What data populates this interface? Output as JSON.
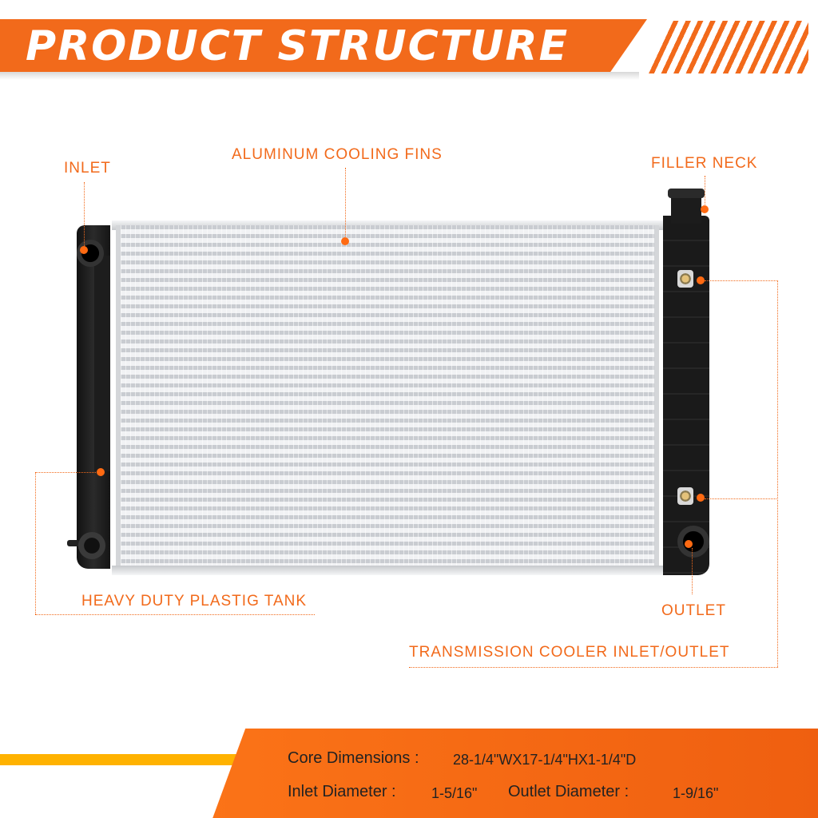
{
  "header": {
    "title": "PRODUCT STRUCTURE"
  },
  "callouts": {
    "inlet": "INLET",
    "cooling_fins": "ALUMINUM COOLING FINS",
    "filler_neck": "FILLER NECK",
    "plastic_tank": "HEAVY DUTY PLASTIG TANK",
    "outlet": "OUTLET",
    "trans_cooler": "TRANSMISSION COOLER INLET/OUTLET"
  },
  "specs": {
    "core_label": "Core Dimensions :",
    "core_value": "28-1/4\"WX17-1/4\"HX1-1/4\"D",
    "inlet_label": "Inlet Diameter :",
    "inlet_value": "1-5/16\"",
    "outlet_label": "Outlet Diameter :",
    "outlet_value": "1-9/16\""
  },
  "colors": {
    "accent": "#f26a1b",
    "footer_accent": "#ffb200"
  }
}
